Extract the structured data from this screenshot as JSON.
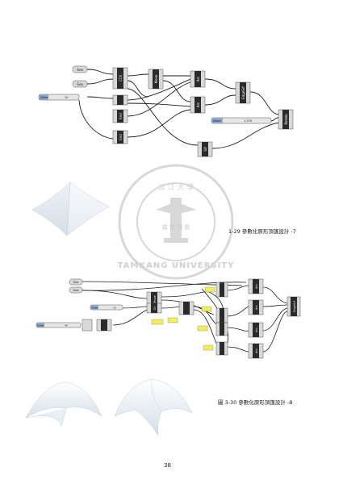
{
  "figure_1": {
    "caption": "1-29 參數化原形頂篷設計 -7",
    "slider_1_label": "Slider",
    "slider_1_value": "10",
    "slider_2_label": "Slider",
    "slider_2_value": "1.370",
    "nodes": [
      "Geo",
      "Geo",
      "CCX",
      "Move",
      "Arc",
      "Arc",
      "EdgeSrf",
      "Rotate",
      "End",
      "End",
      "Srf"
    ]
  },
  "figure_2": {
    "caption": "圖 3-30 參數化原形頂篷設計 -8",
    "slider_1_label": "Slider",
    "slider_1_value": "10",
    "slider_2_label": "Slider",
    "slider_2_value": "40",
    "nodes": [
      "Geo",
      "Geo",
      "Move",
      "Cir",
      "Arc",
      "Arc",
      "Arc",
      "Arc",
      "EdgeSrf"
    ]
  },
  "watermark": {
    "text": "TAMKANG UNIVERSITY",
    "seal_top": "淡 江 大 學",
    "seal_mid": "樸 實 剛 毅"
  },
  "page_number": "38",
  "colors": {
    "node_dark": "#2b2b2b",
    "node_light": "#d9d9d9",
    "panel_yellow": "#f2ee55",
    "wire": "#1e1e1e",
    "watermark": "#d8d8d8"
  }
}
